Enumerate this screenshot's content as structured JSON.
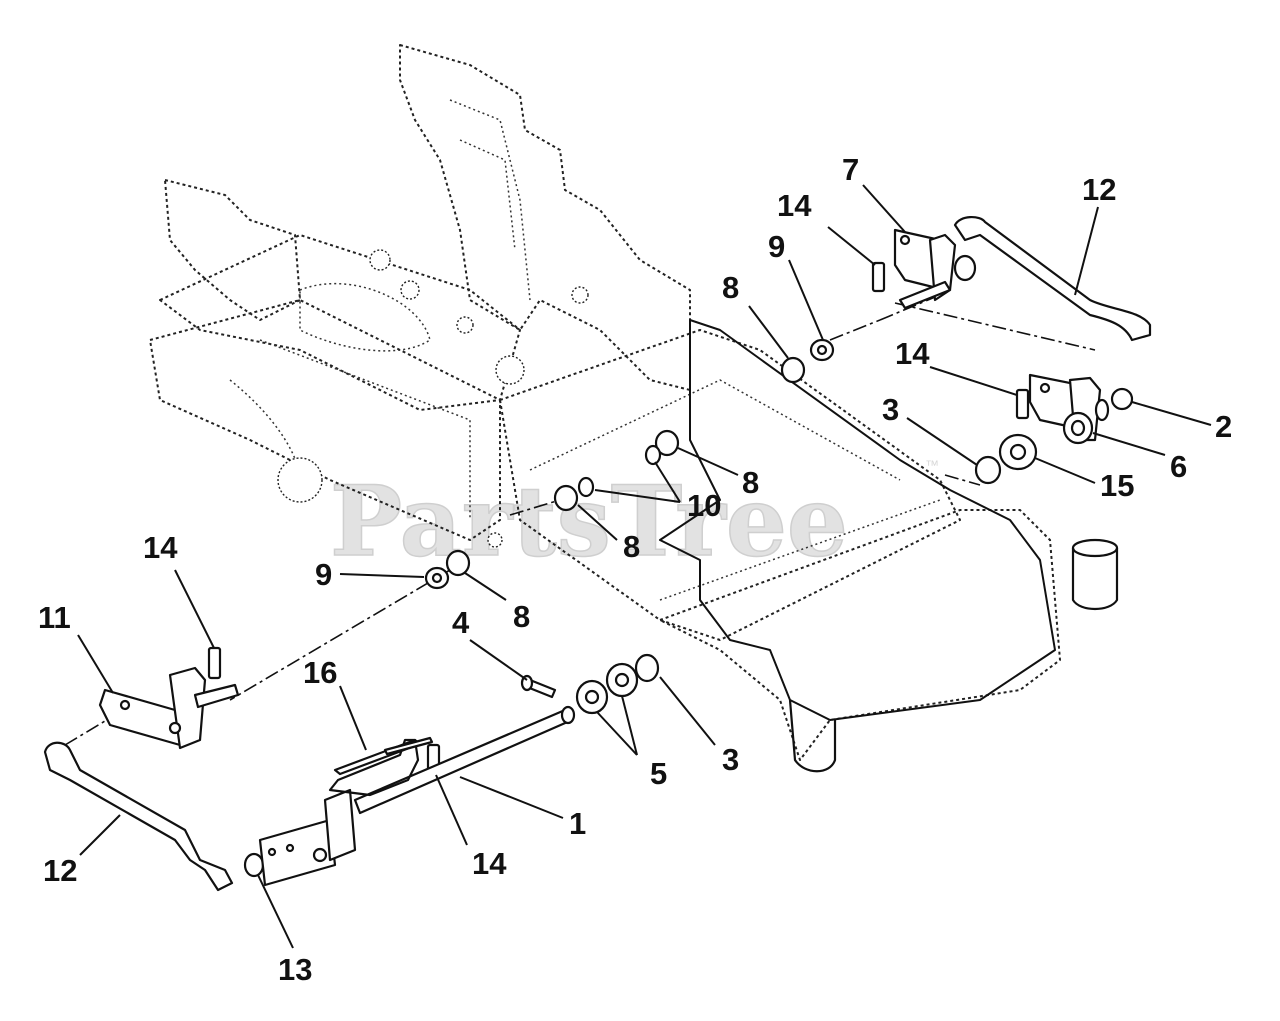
{
  "watermark": {
    "text": "PartsTree",
    "tm": "™"
  },
  "callouts": {
    "c1": "1",
    "c2": "2",
    "c3a": "3",
    "c3b": "3",
    "c4": "4",
    "c5": "5",
    "c6": "6",
    "c7": "7",
    "c8a": "8",
    "c8b": "8",
    "c8c": "8",
    "c8d": "8",
    "c9a": "9",
    "c9b": "9",
    "c10": "10",
    "c11": "11",
    "c12a": "12",
    "c12b": "12",
    "c13": "13",
    "c14a": "14",
    "c14b": "14",
    "c14c": "14",
    "c14d": "14",
    "c15": "15",
    "c16": "16"
  }
}
